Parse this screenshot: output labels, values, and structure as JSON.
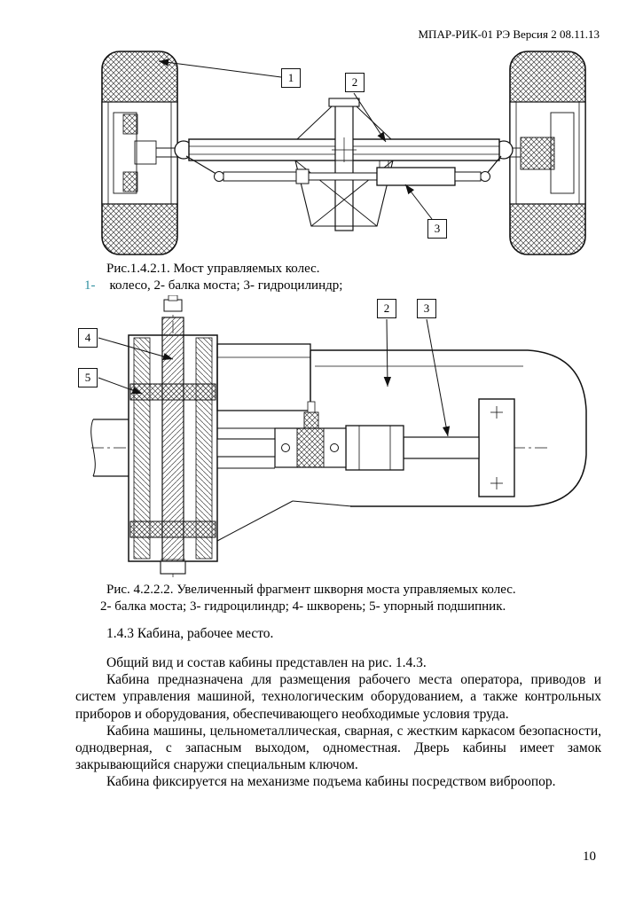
{
  "page": {
    "header": "МПАР-РИК-01 РЭ Версия 2 08.11.13",
    "page_number": "10",
    "background_color": "#ffffff",
    "text_color": "#000000",
    "accent_color": "#2e8fa0"
  },
  "figure1": {
    "callouts": {
      "c1": "1",
      "c2": "2",
      "c3": "3"
    },
    "caption": "Рис.1.4.2.1. Мост управляемых колес.",
    "legend_marker": "1-",
    "legend_rest": "колесо, 2- балка моста; 3- гидроцилиндр;"
  },
  "figure2": {
    "callouts": {
      "c2": "2",
      "c3": "3",
      "c4": "4",
      "c5": "5"
    },
    "caption": "Рис. 4.2.2.2. Увеличенный фрагмент шкворня моста управляемых колес.",
    "legend": "2- балка моста; 3- гидроцилиндр; 4- шкворень; 5- упорный подшипник."
  },
  "section": {
    "heading": "1.4.3 Кабина, рабочее место.",
    "paragraphs": [
      "Общий вид и состав кабины представлен на рис. 1.4.3.",
      "Кабина предназначена для размещения рабочего места оператора, приводов и систем управления машиной, технологическим оборудованием, а также контрольных приборов и оборудования, обеспечивающего необходимые условия труда.",
      "Кабина машины, цельнометаллическая, сварная, с жестким каркасом безопасности, однодверная, с запасным выходом, одноместная. Дверь кабины имеет замок закрывающийся снаружи специальным ключом.",
      "Кабина фиксируется на механизме подъема кабины посредством виброопор."
    ]
  }
}
